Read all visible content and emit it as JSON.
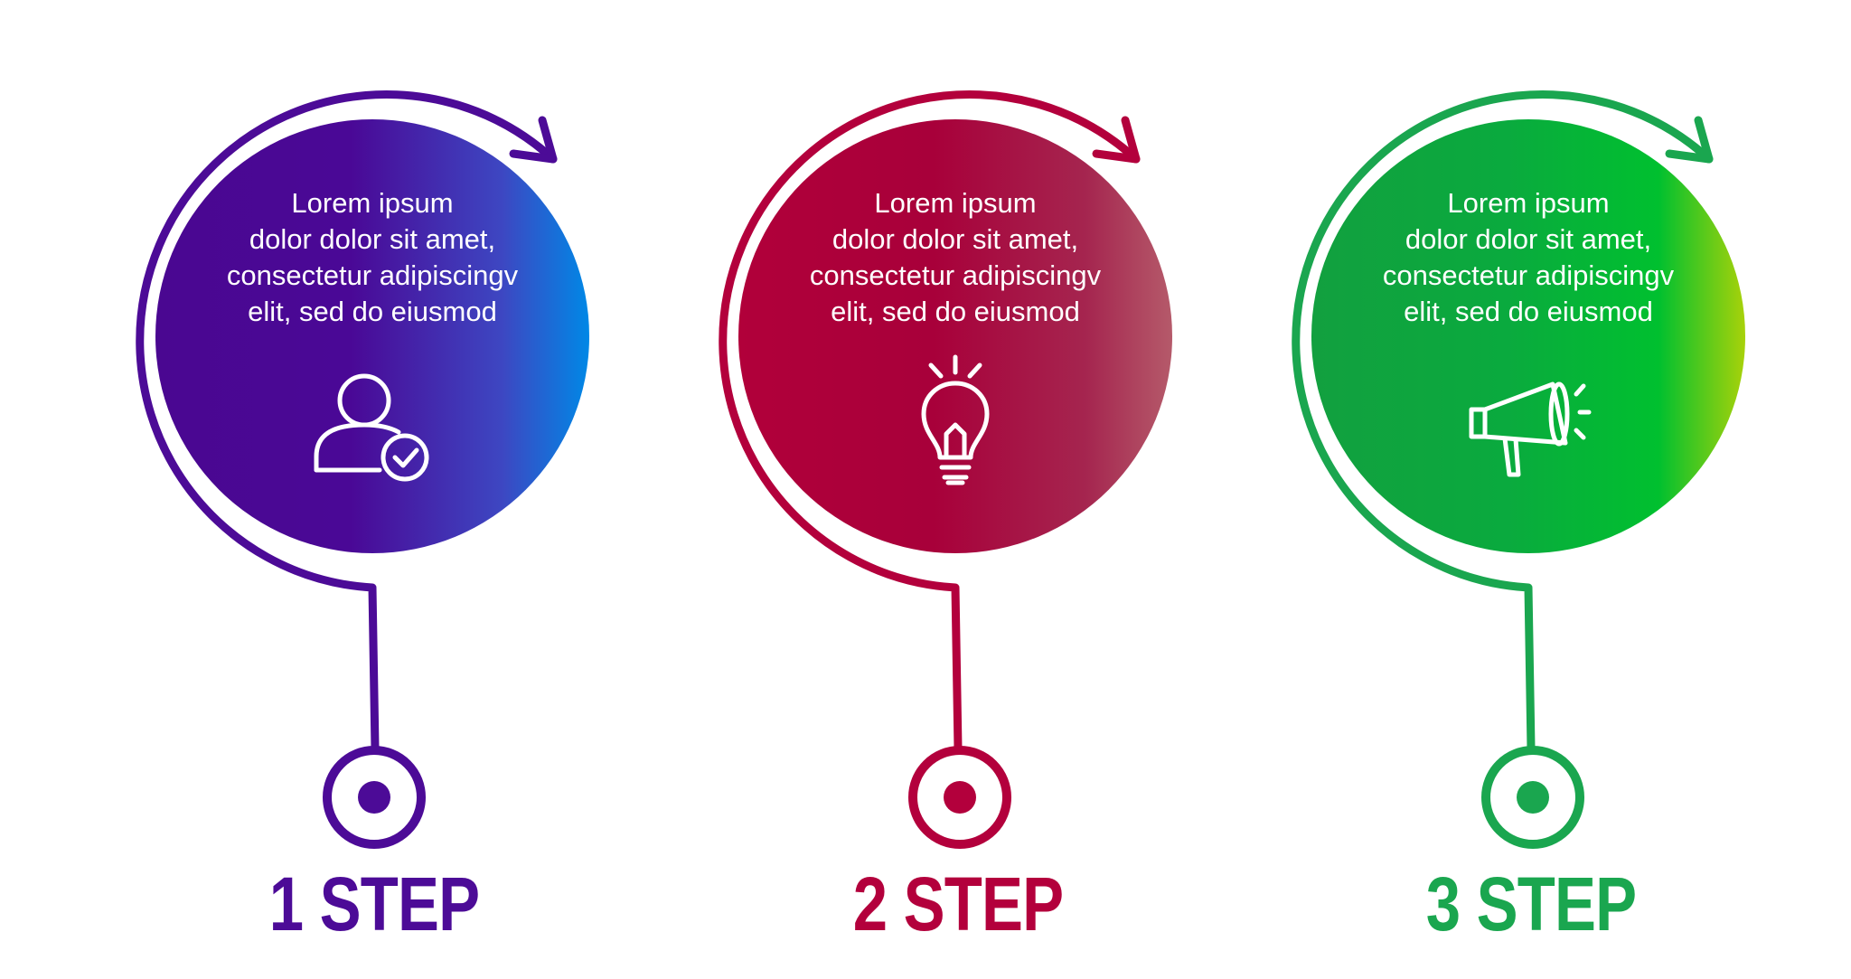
{
  "steps": [
    {
      "label": "1 STEP",
      "lines": [
        "Lorem ipsum",
        "dolor dolor sit amet,",
        "consectetur adipiscingv",
        "elit, sed do eiusmod"
      ],
      "icon": "user-check-icon",
      "color": "#4c0b97",
      "gradient": [
        "#4a0791",
        "#4a0896",
        "#3d47c2",
        "#0088e6"
      ]
    },
    {
      "label": "2 STEP",
      "lines": [
        "Lorem ipsum",
        "dolor dolor sit amet,",
        "consectetur adipiscingv",
        "elit, sed do eiusmod"
      ],
      "icon": "lightbulb-icon",
      "color": "#b3003c",
      "gradient": [
        "#b1003a",
        "#a8003a",
        "#a5254f",
        "#b55a6a"
      ]
    },
    {
      "label": "3 STEP",
      "lines": [
        "Lorem ipsum",
        "dolor dolor sit amet,",
        "consectetur adipiscingv",
        "elit, sed do eiusmod"
      ],
      "icon": "megaphone-icon",
      "color": "#1aa64f",
      "gradient": [
        "#12a03f",
        "#0aaa3e",
        "#00c02f",
        "#a8d20a"
      ]
    }
  ]
}
